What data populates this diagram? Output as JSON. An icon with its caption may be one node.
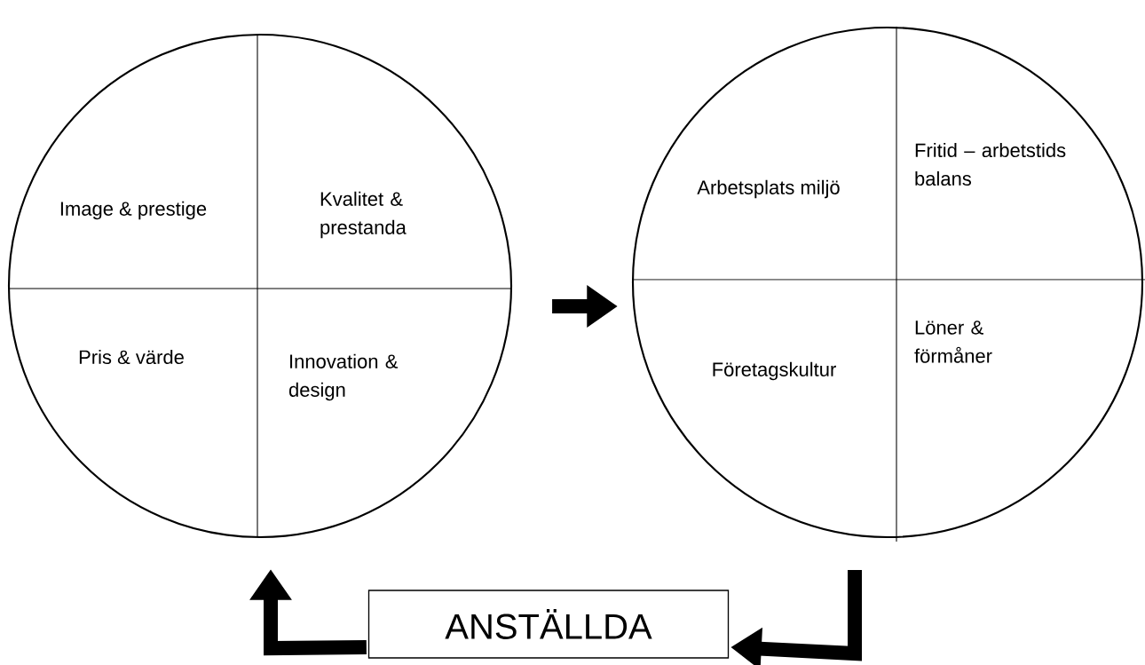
{
  "diagram": {
    "nodes": [
      {
        "text": [],
        "shape": "circle"
      },
      {
        "text": [
          "Image & prestige"
        ],
        "in": 0
      },
      {
        "text": [
          "Kvalitet & prestanda"
        ],
        "in": 0
      },
      {
        "text": [
          "Pris & värde"
        ],
        "in": 0
      },
      {
        "text": [
          "Innovation & design"
        ],
        "in": 0
      },
      {
        "text": [],
        "shape": "circle"
      },
      {
        "text": [
          "Arbetsplats miljö"
        ],
        "in": 5
      },
      {
        "text": [
          "Fritid – arbetstids balans"
        ],
        "in": 5
      },
      {
        "text": [
          "Företagskultur"
        ],
        "in": 5
      },
      {
        "text": [
          "Löner & förmåner"
        ],
        "in": 5
      },
      {
        "text": [
          "ANSTÄLLDA"
        ]
      }
    ],
    "edges": [
      {
        "from": 0,
        "to": 5,
        "arrow": "to"
      },
      {
        "from": 5,
        "to": 10,
        "arrow": "to"
      },
      {
        "from": 10,
        "to": 0,
        "arrow": "to"
      }
    ]
  }
}
